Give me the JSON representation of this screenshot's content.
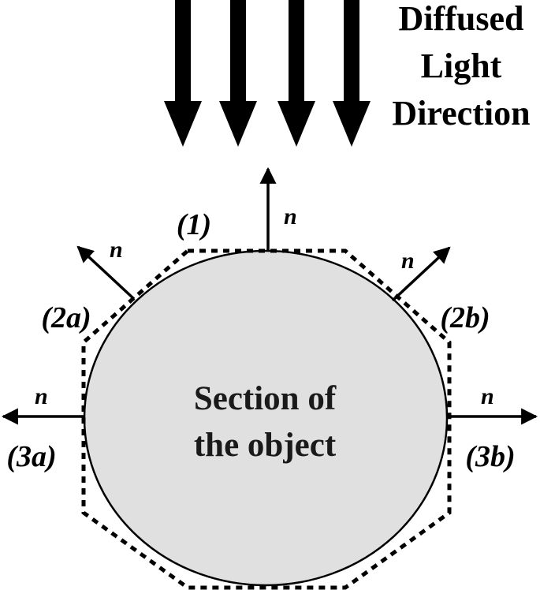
{
  "title": {
    "line1": "Diffused",
    "line2": "Light",
    "line3": "Direction"
  },
  "object": {
    "line1": "Section of",
    "line2": "the object",
    "fill_color": "#e0e0e0"
  },
  "regions": {
    "r1": "(1)",
    "r2a": "(2a)",
    "r2b": "(2b)",
    "r3a": "(3a)",
    "r3b": "(3b)"
  },
  "normals": {
    "top": "n",
    "upper_left": "n",
    "upper_right": "n",
    "left": "n",
    "right": "n"
  },
  "light_arrows": {
    "count": 4,
    "icon": "down-arrow-icon"
  }
}
